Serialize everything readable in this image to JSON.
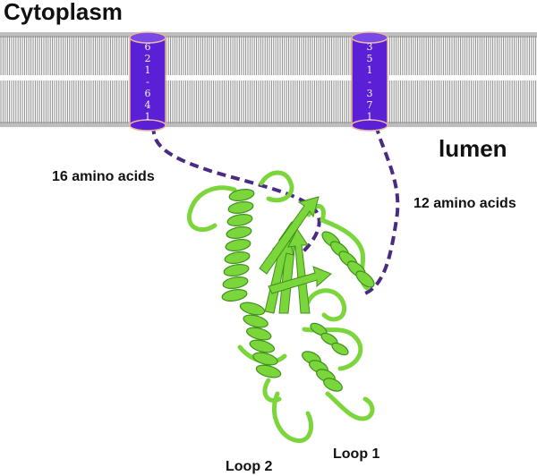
{
  "labels": {
    "cytoplasm": "Cytoplasm",
    "lumen": "lumen",
    "linker_left": "16 amino acids",
    "linker_right": "12 amino acids",
    "loop_2": "Loop 2",
    "loop_1": "Loop 1"
  },
  "helices": {
    "left": {
      "digits": [
        "6",
        "2",
        "1",
        "-",
        "6",
        "4",
        "1"
      ]
    },
    "right": {
      "digits": [
        "3",
        "5",
        "1",
        "-",
        "3",
        "7",
        "1"
      ]
    }
  },
  "colors": {
    "membrane_line": "#8a8a8a",
    "helix_fill": "#5b1fd6",
    "helix_outline": "#e8b89a",
    "linker": "#4b2a84",
    "protein": "#7ad63a",
    "protein_dark": "#3f8f1c"
  }
}
